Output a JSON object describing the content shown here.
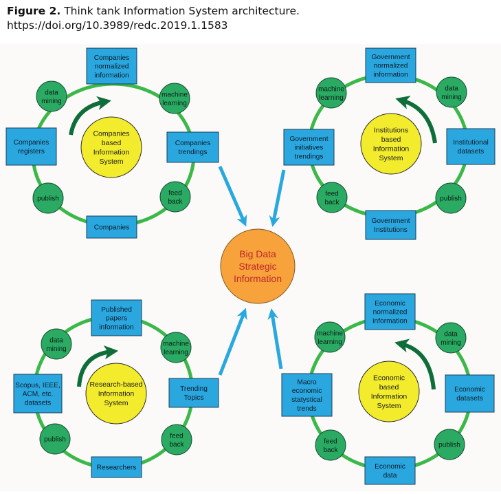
{
  "caption": {
    "label": "Figure 2.",
    "title": "Think tank Information System architecture.",
    "doi": "https://doi.org/10.3989/redc.2019.1.1583"
  },
  "colors": {
    "ring": "#3cb84a",
    "node_green": "#2aaa62",
    "node_blue": "#2aa7df",
    "center_yellow": "#f3ec2c",
    "big_data_orange": "#f7a23b",
    "big_data_text": "#c0272d",
    "cycle_arrow": "#0f6d3a",
    "flow_arrow": "#29a8e0"
  },
  "center": {
    "lines": [
      "Big Data",
      "Strategic",
      "Information"
    ]
  },
  "clusters": [
    {
      "id": "companies",
      "center_label": [
        "Companies",
        "based",
        "Information",
        "System"
      ],
      "boxes": [
        {
          "id": "top",
          "lines": [
            "Companies",
            "normalized",
            "information"
          ]
        },
        {
          "id": "side",
          "lines": [
            "Companies",
            "registers"
          ]
        },
        {
          "id": "inner",
          "lines": [
            "Companies",
            "trendings"
          ]
        },
        {
          "id": "bottom",
          "lines": [
            "Companies"
          ]
        }
      ],
      "circles": [
        {
          "id": "data-mining",
          "lines": [
            "data",
            "mining"
          ]
        },
        {
          "id": "machine-learning",
          "lines": [
            "machine",
            "learning"
          ]
        },
        {
          "id": "publish",
          "lines": [
            "publish"
          ]
        },
        {
          "id": "feed-back",
          "lines": [
            "feed",
            "back"
          ]
        }
      ]
    },
    {
      "id": "institutions",
      "center_label": [
        "Institutions",
        "based",
        "Information",
        "System"
      ],
      "boxes": [
        {
          "id": "top",
          "lines": [
            "Government",
            "normalized",
            "information"
          ]
        },
        {
          "id": "side",
          "lines": [
            "Institutional",
            "datasets"
          ]
        },
        {
          "id": "inner",
          "lines": [
            "Government",
            "initiatives",
            "trendings"
          ]
        },
        {
          "id": "bottom",
          "lines": [
            "Government",
            "Institutions"
          ]
        }
      ],
      "circles": [
        {
          "id": "machine-learning",
          "lines": [
            "machine",
            "learning"
          ]
        },
        {
          "id": "data-mining",
          "lines": [
            "data",
            "mining"
          ]
        },
        {
          "id": "feed-back",
          "lines": [
            "feed",
            "back"
          ]
        },
        {
          "id": "publish",
          "lines": [
            "publish"
          ]
        }
      ]
    },
    {
      "id": "research",
      "center_label": [
        "Research-based",
        "Information",
        "System"
      ],
      "boxes": [
        {
          "id": "top",
          "lines": [
            "Published",
            "papers",
            "information"
          ]
        },
        {
          "id": "side",
          "lines": [
            "Scopus, IEEE,",
            "ACM, etc.",
            "datasets"
          ]
        },
        {
          "id": "inner",
          "lines": [
            "Trending",
            "Topics"
          ]
        },
        {
          "id": "bottom",
          "lines": [
            "Researchers"
          ]
        }
      ],
      "circles": [
        {
          "id": "data-mining",
          "lines": [
            "data",
            "mining"
          ]
        },
        {
          "id": "machine-learning",
          "lines": [
            "machine",
            "learning"
          ]
        },
        {
          "id": "publish",
          "lines": [
            "publish"
          ]
        },
        {
          "id": "feed-back",
          "lines": [
            "feed",
            "back"
          ]
        }
      ]
    },
    {
      "id": "economic",
      "center_label": [
        "Economic",
        "based",
        "Information",
        "System"
      ],
      "boxes": [
        {
          "id": "top",
          "lines": [
            "Economic",
            "normalized",
            "information"
          ]
        },
        {
          "id": "side",
          "lines": [
            "Economic",
            "datasets"
          ]
        },
        {
          "id": "inner",
          "lines": [
            "Macro",
            "economic",
            "statystical",
            "trends"
          ]
        },
        {
          "id": "bottom",
          "lines": [
            "Economic",
            "data"
          ]
        }
      ],
      "circles": [
        {
          "id": "machine-learning",
          "lines": [
            "machine",
            "learning"
          ]
        },
        {
          "id": "data-mining",
          "lines": [
            "data",
            "mining"
          ]
        },
        {
          "id": "feed-back",
          "lines": [
            "feed",
            "back"
          ]
        },
        {
          "id": "publish",
          "lines": [
            "publish"
          ]
        }
      ]
    }
  ]
}
